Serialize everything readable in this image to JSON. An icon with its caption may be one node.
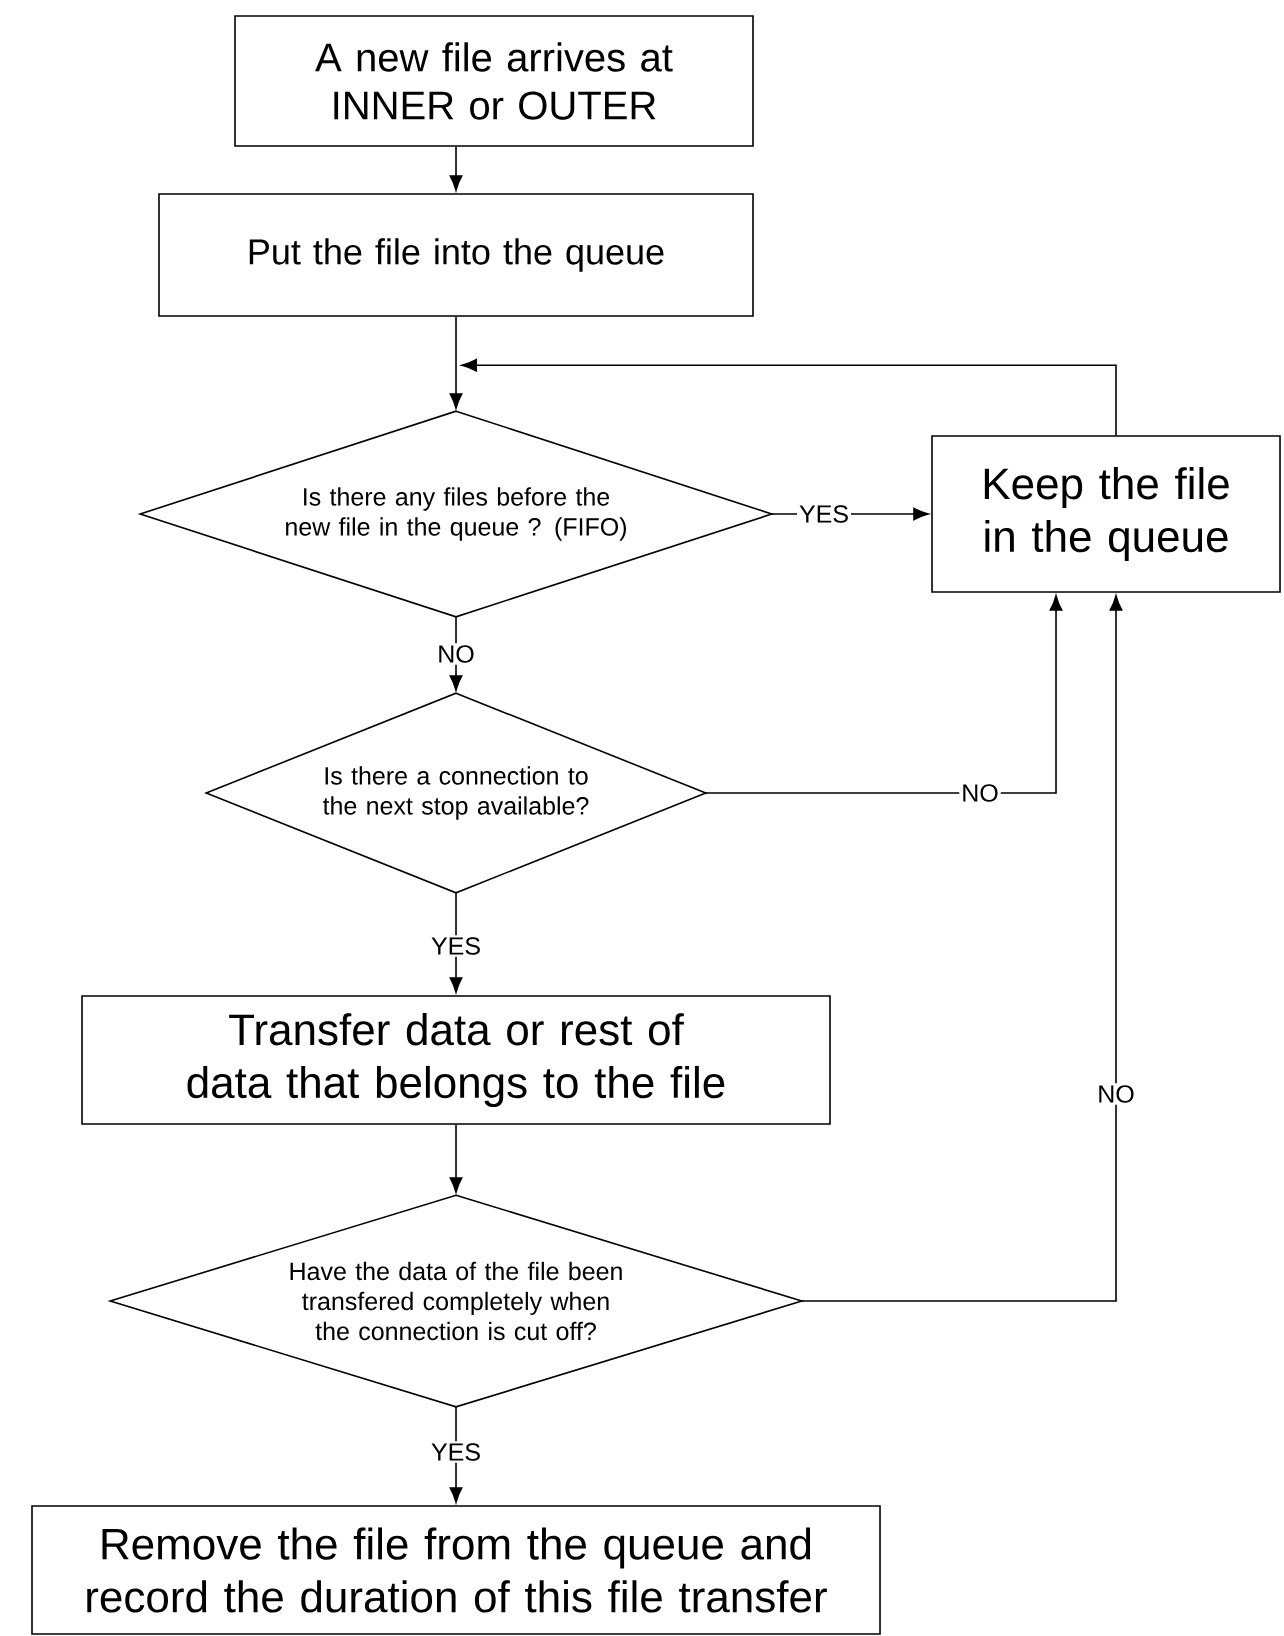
{
  "diagram": {
    "nodes": [
      {
        "text": [
          "A new file arrives at INNER or OUTER"
        ]
      },
      {
        "text": [
          "Put the file into the queue"
        ]
      },
      {
        "text": [
          "Is there any files before the new file in the queue ? (FIFO)"
        ]
      },
      {
        "text": [
          "Keep the file in the queue"
        ]
      },
      {
        "text": [
          "Is there a connection to the next stop available?"
        ]
      },
      {
        "text": [
          "Transfer data or rest of data that belongs to the file"
        ]
      },
      {
        "text": [
          "Have the data of the file been transfered completely when the connection is cut off?"
        ]
      },
      {
        "text": [
          "Remove the file from the queue and record the duration of this file transfer"
        ]
      }
    ],
    "edges": [
      {
        "from": 0,
        "to": 1,
        "arrow": "to"
      },
      {
        "from": 1,
        "to": 2,
        "arrow": "to"
      },
      {
        "from": 2,
        "to": 3,
        "arrow": "to",
        "label": "YES"
      },
      {
        "from": 2,
        "to": 4,
        "arrow": "to",
        "label": "NO"
      },
      {
        "from": 4,
        "to": 3,
        "arrow": "to",
        "label": "NO"
      },
      {
        "from": 4,
        "to": 5,
        "arrow": "to",
        "label": "YES"
      },
      {
        "from": 5,
        "to": 6,
        "arrow": "to"
      },
      {
        "from": 6,
        "to": 3,
        "arrow": "to",
        "label": "NO"
      },
      {
        "from": 6,
        "to": 7,
        "arrow": "to",
        "label": "YES"
      },
      {
        "from": 3,
        "to": 2,
        "arrow": "to"
      }
    ]
  }
}
